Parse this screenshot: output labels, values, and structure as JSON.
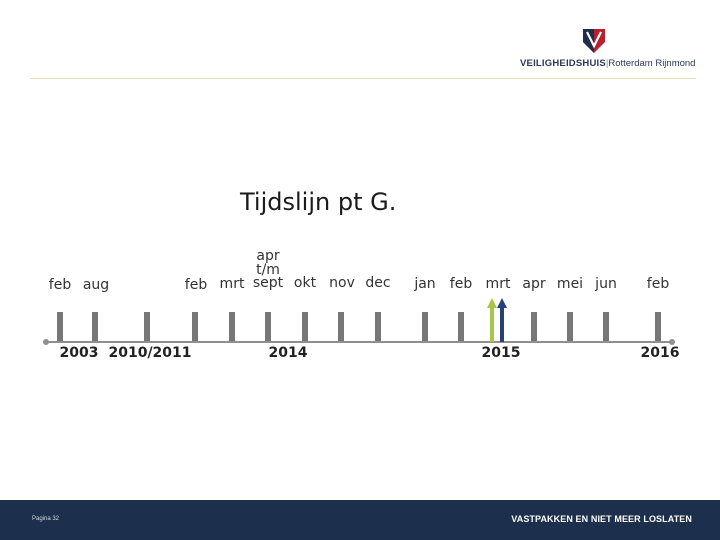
{
  "header": {
    "brand_bold": "VEILIGHEIDSHUIS",
    "brand_rest": "Rotterdam Rijnmond",
    "logo_colors": {
      "red": "#b8202e",
      "blue": "#1c2f4d"
    }
  },
  "title": "Tijdslijn pt G.",
  "timeline": {
    "months": [
      {
        "id": "feb-2003",
        "label": "feb"
      },
      {
        "id": "aug-2003",
        "label": "aug"
      },
      {
        "id": "feb-2014",
        "label": "feb"
      },
      {
        "id": "mrt-2014",
        "label": "mrt"
      },
      {
        "id": "apr",
        "label": "apr"
      },
      {
        "id": "tm",
        "label": "t/m"
      },
      {
        "id": "sept-2014",
        "label": "sept"
      },
      {
        "id": "okt-2014",
        "label": "okt"
      },
      {
        "id": "nov-2014",
        "label": "nov"
      },
      {
        "id": "dec-2014",
        "label": "dec"
      },
      {
        "id": "jan-2015",
        "label": "jan"
      },
      {
        "id": "feb-2015",
        "label": "feb"
      },
      {
        "id": "mrt-2015",
        "label": "mrt"
      },
      {
        "id": "apr-2015",
        "label": "apr"
      },
      {
        "id": "mei-2015",
        "label": "mei"
      },
      {
        "id": "jun-2015",
        "label": "jun"
      },
      {
        "id": "feb-2016",
        "label": "feb"
      }
    ],
    "years": [
      {
        "id": "2003",
        "label": "2003"
      },
      {
        "id": "2010-2011",
        "label": "2010/2011"
      },
      {
        "id": "2014",
        "label": "2014"
      },
      {
        "id": "2015",
        "label": "2015"
      },
      {
        "id": "2016",
        "label": "2016"
      }
    ],
    "arrow_colors": {
      "green": "#a8c64a",
      "blue": "#25407a"
    }
  },
  "footer": {
    "page": "Pagina 32",
    "slogan": "VASTPAKKEN EN NIET MEER LOSLATEN"
  }
}
